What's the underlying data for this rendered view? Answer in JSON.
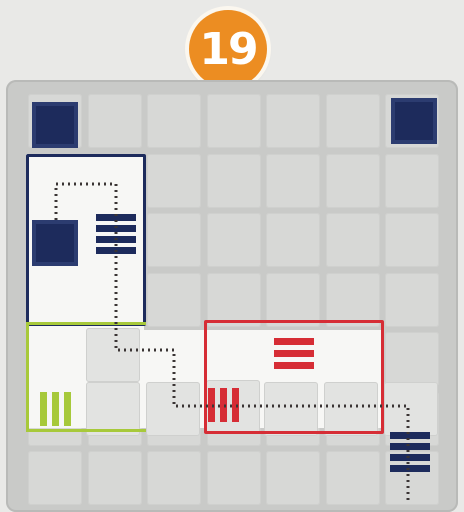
{
  "level": {
    "number": "19"
  },
  "board": {
    "rows": 7,
    "cols": 7
  },
  "colors": {
    "navy": "#1d2b5c",
    "red": "#d62d35",
    "green": "#a7c93a",
    "badge_orange": "#ec8d22",
    "path_dots": "#3a3434"
  },
  "pieces": [
    {
      "name": "navy-frame-piece",
      "color": "navy"
    },
    {
      "name": "red-frame-piece",
      "color": "red"
    },
    {
      "name": "green-frame-piece",
      "color": "green"
    }
  ],
  "icons": [
    "navy-square-icon",
    "navy-stripes-icon",
    "red-stripes-icon",
    "green-stripes-icon"
  ]
}
